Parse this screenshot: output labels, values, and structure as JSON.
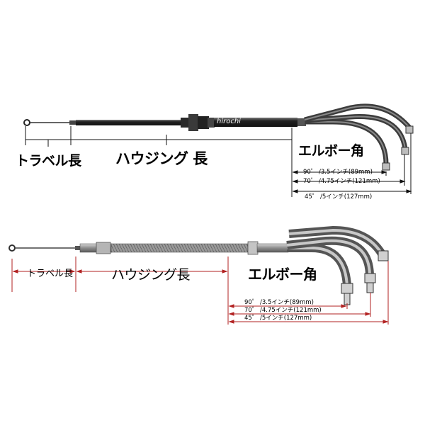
{
  "watermark": "hirochi",
  "top": {
    "travel_label": "トラベル長",
    "housing_label": "ハウジング 長",
    "elbow_label": "エルボー角",
    "dims": [
      "90゜ /3.5インチ(89mm)",
      "70゜ /4.75インチ(121mm)",
      "45゜ /5インチ(127mm)"
    ]
  },
  "bottom": {
    "travel_label": "トラベル長",
    "housing_label": "ハウジング長",
    "elbow_label": "エルボー角",
    "dims": [
      "90゜ /3.5インチ(89mm)",
      "70゜ /4.75インチ(121mm)",
      "45゜ /5インチ(127mm)"
    ]
  },
  "colors": {
    "cable": "#2a2a2a",
    "housing_top": "#1c1c1c",
    "housing_bottom": "#8a8a8a",
    "dim_line_top": "#111111",
    "dim_line_bottom": "#b22222"
  }
}
